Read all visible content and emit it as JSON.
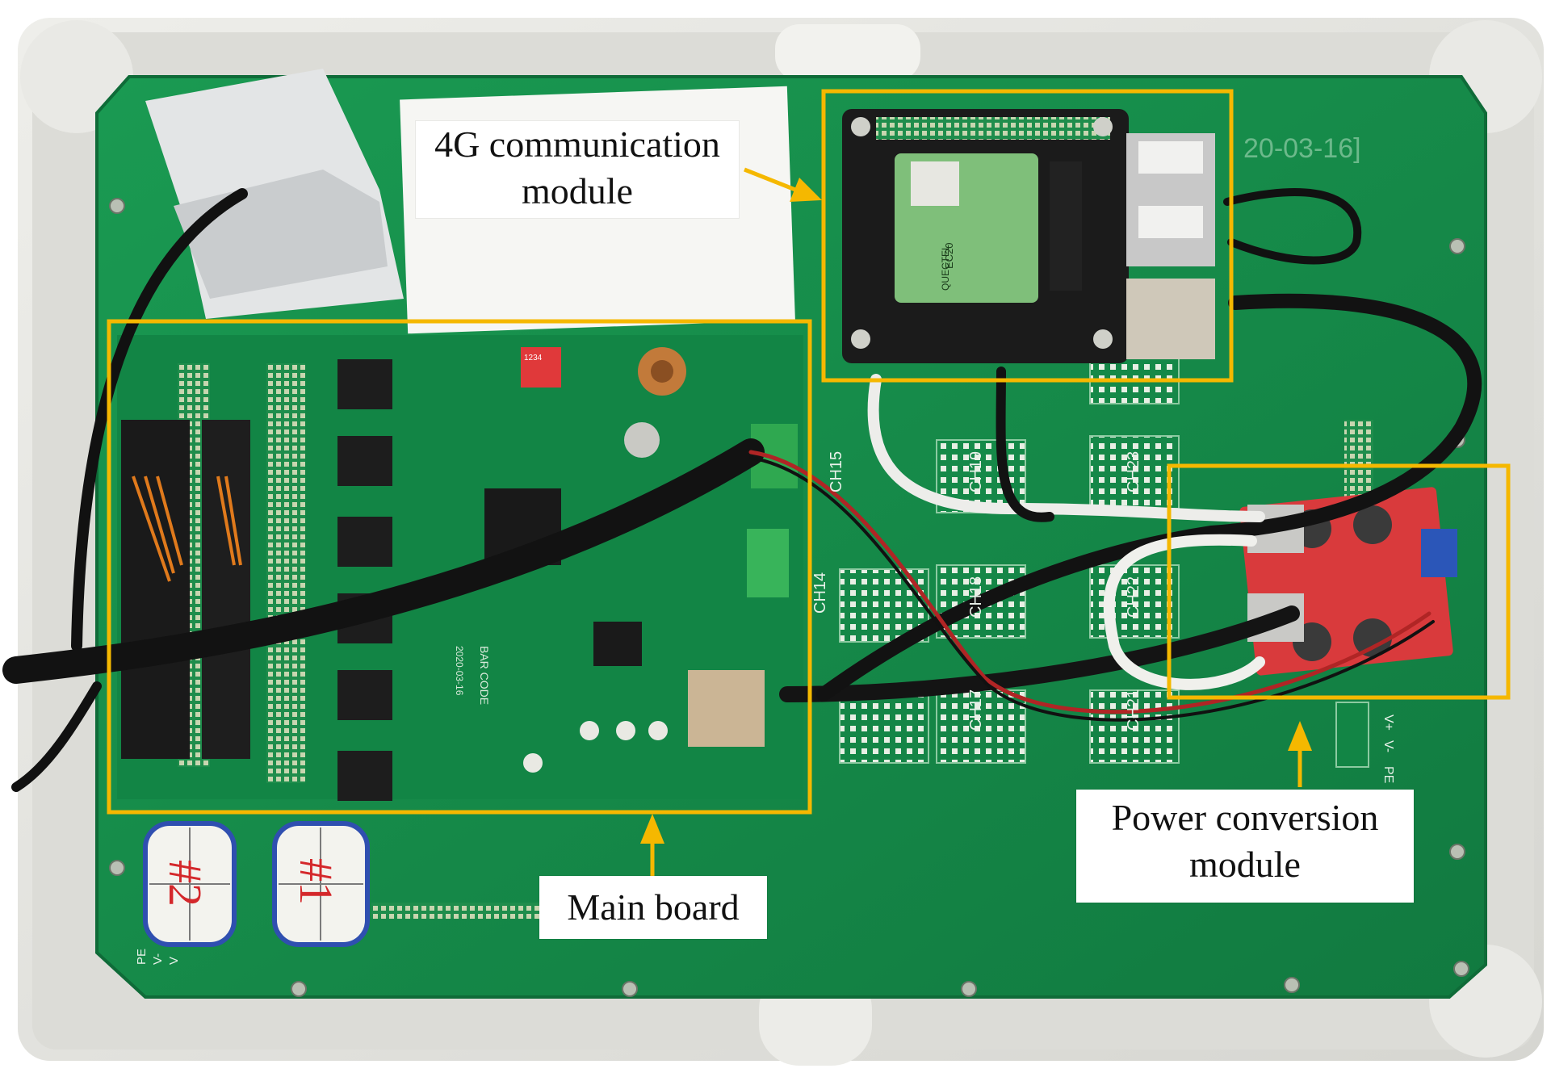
{
  "labels": {
    "comm_module": "4G communication\nmodule",
    "main_board": "Main board",
    "power_module": "Power conversion\nmodule"
  },
  "pcb_markings": {
    "date_silkscreen": "20-03-16]",
    "channels": [
      "CH14",
      "CH15",
      "CH17",
      "CH18",
      "CH19",
      "CH21",
      "CH22",
      "CH23"
    ],
    "modem_chip": "EC20",
    "modem_brand": "QUECTEL",
    "barcode_text": "BAR CODE",
    "board_date": "2020-03-16",
    "dip_switch_digits": "1234",
    "tag_left": "#2",
    "tag_right": "#1",
    "terminal_pins": [
      "V+",
      "V-",
      "PE"
    ],
    "terminal_pins_left": [
      "PE",
      "V-",
      "V"
    ]
  },
  "colors": {
    "highlight": "#F5B800",
    "pcb": "#148A4A",
    "enclosure": "#E4E4DF"
  }
}
